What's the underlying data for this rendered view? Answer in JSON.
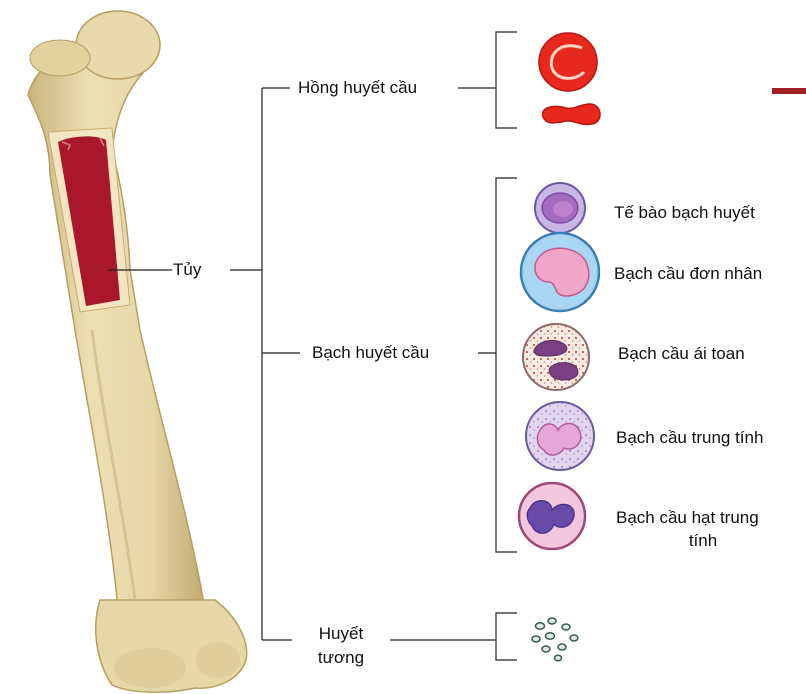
{
  "marrow_label": "Tủy",
  "branches": {
    "red_cells": "Hồng huyết cầu",
    "white_cells": "Bạch huyết cầu",
    "plasma": [
      "Huyết",
      "tương"
    ]
  },
  "white_cell_types": [
    "Tế bào bạch huyết",
    "Bạch cầu đơn nhân",
    "Bạch cầu ái toan",
    "Bạch cầu trung tính",
    "Bạch cầu hạt trung",
    "tính"
  ],
  "colors": {
    "bone": "#e6d7a6",
    "bone_shadow": "#c9b47c",
    "marrow": "#a8182a",
    "red_cell": "#e8281c",
    "accent_bar": "#a11f1f",
    "line": "#222222"
  }
}
